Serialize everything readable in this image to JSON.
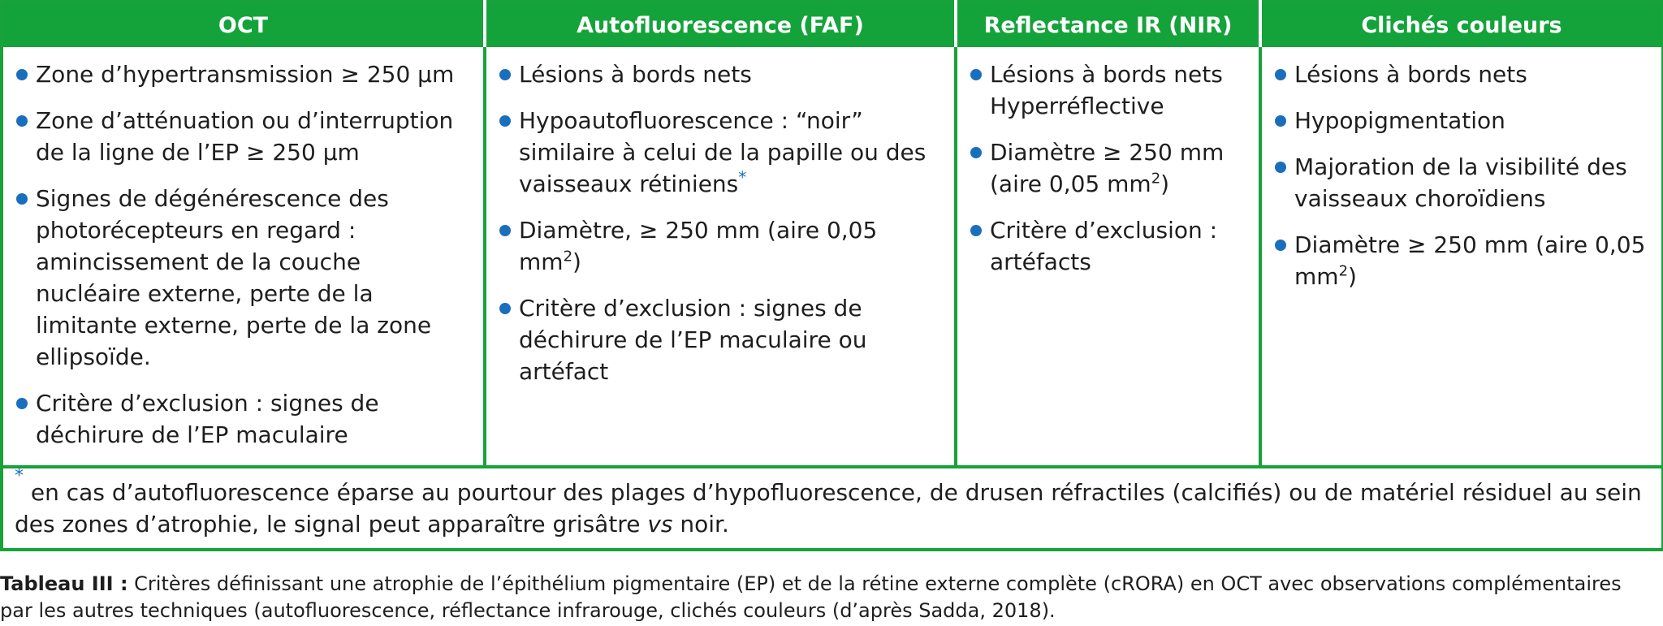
{
  "headers": [
    "OCT",
    "Autofluorescence (FAF)",
    "Reflectance IR (NIR)",
    "Clichés couleurs"
  ],
  "columns": {
    "oct": [
      "Zone d’hypertransmission ≥ 250 μm",
      "Zone d’atténuation ou d’interruption de la ligne de l’EP ≥ 250 μm",
      "Signes de dégénérescence des photorécepteurs en regard : amincissement de la couche nucléaire externe, perte de la limitante externe, perte de la zone ellipsoïde.",
      "Critère d’exclusion : signes de déchirure de l’EP maculaire"
    ],
    "faf": {
      "item1": "Lésions à bords nets",
      "item2": "Hypoautofluorescence : “noir” similaire à celui de la papille ou des vaisseaux rétiniens",
      "item2_mark": "*",
      "item3_text": "Diamètre, ≥ 250 mm (aire 0,05 mm",
      "item3_sup": "2",
      "item3_end": ")",
      "item4": "Critère d’exclusion : signes de déchirure de l’EP maculaire ou artéfact"
    },
    "nir": {
      "item1": "Lésions à bords nets Hyperréflective",
      "item2_text": "Diamètre ≥ 250 mm (aire 0,05 mm",
      "item2_sup": "2",
      "item2_end": ")",
      "item3": "Critère d’exclusion : artéfacts"
    },
    "color": {
      "item1": "Lésions à bords nets",
      "item2": "Hypopigmentation",
      "item3": "Majoration de la visibilité des vaisseaux choroïdiens",
      "item4_text": "Diamètre ≥ 250 mm (aire 0,05 mm",
      "item4_sup": "2",
      "item4_end": ")"
    }
  },
  "footnote": {
    "mark": "*",
    "text_before": " en cas d’autofluorescence éparse au pourtour des plages d’hypofluorescence, de drusen réfractiles (calcifiés) ou de matériel résiduel au sein des zones d’atrophie, le signal peut apparaître grisâtre ",
    "italic": "vs",
    "text_after": " noir."
  },
  "caption": {
    "label": "Tableau III :",
    "text": " Critères définissant une atrophie de l’épithélium pigmentaire (EP) et de la rétine externe complète (cRORA) en OCT avec observations complémentaires par les autres techniques (autofluorescence, réflectance infrarouge, clichés couleurs (d’après Sadda, 2018)."
  },
  "colors": {
    "header_green": "#14a33a",
    "border_green": "#17a23a",
    "bullet_blue": "#1a6fbd"
  }
}
